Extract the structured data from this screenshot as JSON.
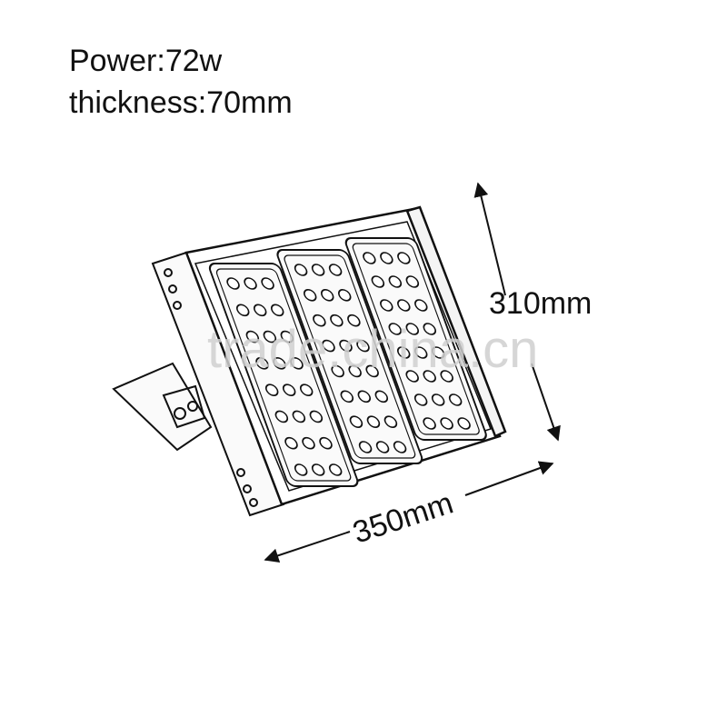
{
  "specs": {
    "power": "Power:72w",
    "thickness": "thickness:70mm"
  },
  "dimensions": {
    "height": "310mm",
    "width": "350mm"
  },
  "watermark": "trade.china.cn",
  "colors": {
    "ink": "#111111",
    "watermark": "#d0d0d0",
    "background": "#ffffff"
  }
}
